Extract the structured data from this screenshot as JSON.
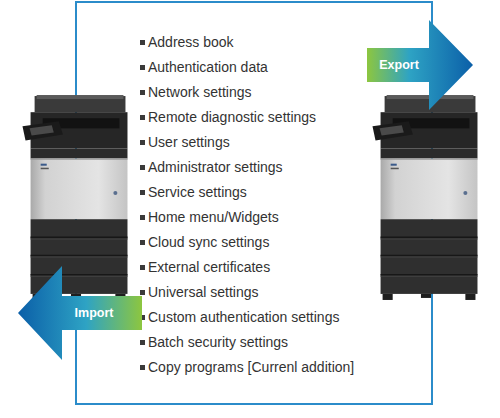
{
  "diagram": {
    "nodes": [
      {
        "text": [
          "Address book",
          "Authentication data",
          "Network settings",
          "Remote diagnostic settings",
          "User settings",
          "Administrator settings",
          "Service settings",
          "Home menu/Widgets",
          "Cloud sync settings",
          "External certificates",
          "Universal settings",
          "Custom authentication settings",
          "Batch security settings",
          "Copy programs [Currenl addition]"
        ]
      },
      {
        "text": [
          "Export"
        ]
      },
      {
        "text": [
          "Import"
        ]
      }
    ]
  }
}
